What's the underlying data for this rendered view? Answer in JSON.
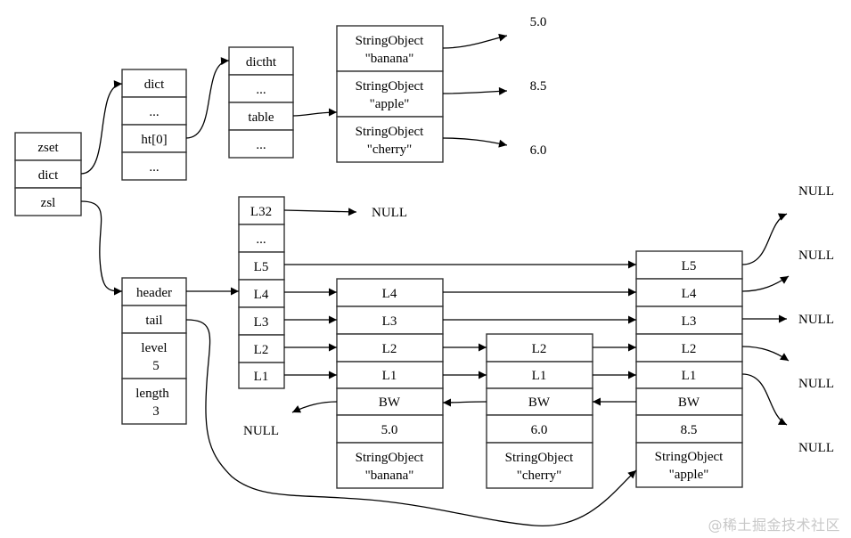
{
  "zset": {
    "rows": [
      "zset",
      "dict",
      "zsl"
    ]
  },
  "dict": {
    "rows": [
      "dict",
      "...",
      "ht[0]",
      "..."
    ]
  },
  "dictht": {
    "rows": [
      "dictht",
      "...",
      "table",
      "..."
    ]
  },
  "dict_entries": [
    {
      "line1": "StringObject",
      "line2": "\"banana\"",
      "score": "5.0"
    },
    {
      "line1": "StringObject",
      "line2": "\"apple\"",
      "score": "8.5"
    },
    {
      "line1": "StringObject",
      "line2": "\"cherry\"",
      "score": "6.0"
    }
  ],
  "zskiplist": {
    "rows": [
      {
        "line1": "header"
      },
      {
        "line1": "tail"
      },
      {
        "line1": "level",
        "line2": "5"
      },
      {
        "line1": "length",
        "line2": "3"
      }
    ]
  },
  "header_levels": {
    "rows": [
      "L32",
      "...",
      "L5",
      "L4",
      "L3",
      "L2",
      "L1"
    ],
    "l32_target": "NULL"
  },
  "nodes": [
    {
      "name": "banana",
      "levels": [
        "L4",
        "L3",
        "L2",
        "L1"
      ],
      "bw": "BW",
      "score": "5.0",
      "obj_line1": "StringObject",
      "obj_line2": "\"banana\""
    },
    {
      "name": "cherry",
      "levels": [
        "L2",
        "L1"
      ],
      "bw": "BW",
      "score": "6.0",
      "obj_line1": "StringObject",
      "obj_line2": "\"cherry\""
    },
    {
      "name": "apple",
      "levels": [
        "L5",
        "L4",
        "L3",
        "L2",
        "L1"
      ],
      "bw": "BW",
      "score": "8.5",
      "obj_line1": "StringObject",
      "obj_line2": "\"apple\""
    }
  ],
  "null_labels": {
    "backward": "NULL",
    "tail_l5": "NULL",
    "tail_l4": "NULL",
    "tail_l3": "NULL",
    "tail_l2": "NULL",
    "tail_l1": "NULL"
  },
  "watermark": "@稀土掘金技术社区"
}
